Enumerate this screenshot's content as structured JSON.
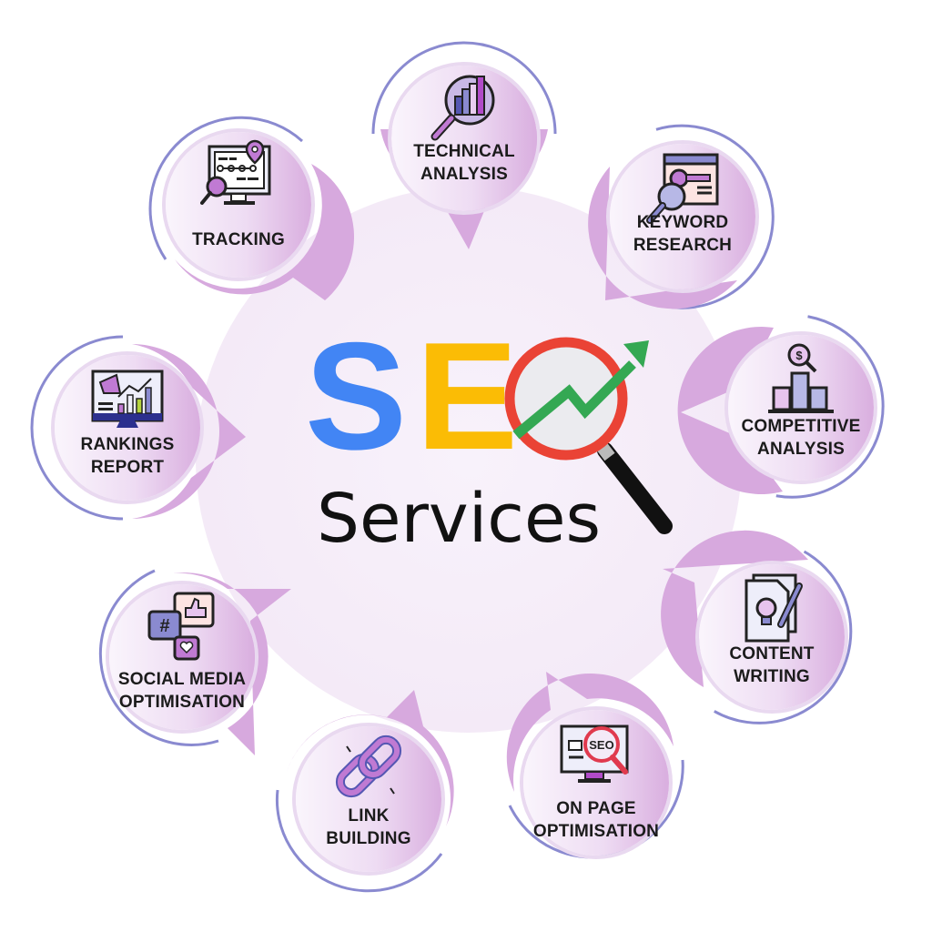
{
  "diagram": {
    "title": {
      "letters": [
        {
          "char": "S",
          "color": "#4285f4"
        },
        {
          "char": "E",
          "color": "#fbbc05"
        }
      ],
      "magnifier": {
        "ring_color": "#ea4335",
        "arrow_color": "#34a853",
        "handle_color": "#111111"
      },
      "subtitle": "Services"
    },
    "colors": {
      "bubble_fill": "#d7a9de",
      "ring_stroke": "#8a8ad0",
      "center_bg": "#f5ecf8",
      "label_color": "#1b1b1b"
    },
    "services": [
      {
        "id": "technical-analysis",
        "line1": "TECHNICAL",
        "line2": "ANALYSIS",
        "icon": "magnifier-bar-chart-icon"
      },
      {
        "id": "keyword-research",
        "line1": "KEYWORD",
        "line2": "RESEARCH",
        "icon": "key-magnifier-browser-icon"
      },
      {
        "id": "competitive-analysis",
        "line1": "COMPETITIVE",
        "line2": "ANALYSIS",
        "icon": "dollar-magnifier-podium-icon"
      },
      {
        "id": "content-writing",
        "line1": "CONTENT",
        "line2": "WRITING",
        "icon": "document-lightbulb-pencil-icon"
      },
      {
        "id": "on-page-optimisation",
        "line1": "ON PAGE",
        "line2": "OPTIMISATION",
        "icon": "monitor-seo-magnifier-icon",
        "icon_text": "SEO"
      },
      {
        "id": "link-building",
        "line1": "LINK",
        "line2": "BUILDING",
        "icon": "chain-link-icon"
      },
      {
        "id": "social-media-optimisation",
        "line1": "SOCIAL MEDIA",
        "line2": "OPTIMISATION",
        "icon": "chat-bubbles-like-hashtag-heart-icon",
        "icon_text": "#"
      },
      {
        "id": "rankings-report",
        "line1": "RANKINGS",
        "line2": "REPORT",
        "icon": "monitor-megaphone-chart-icon"
      },
      {
        "id": "tracking",
        "line1": "TRACKING",
        "line2": "",
        "icon": "monitor-location-magnifier-icon"
      }
    ]
  }
}
